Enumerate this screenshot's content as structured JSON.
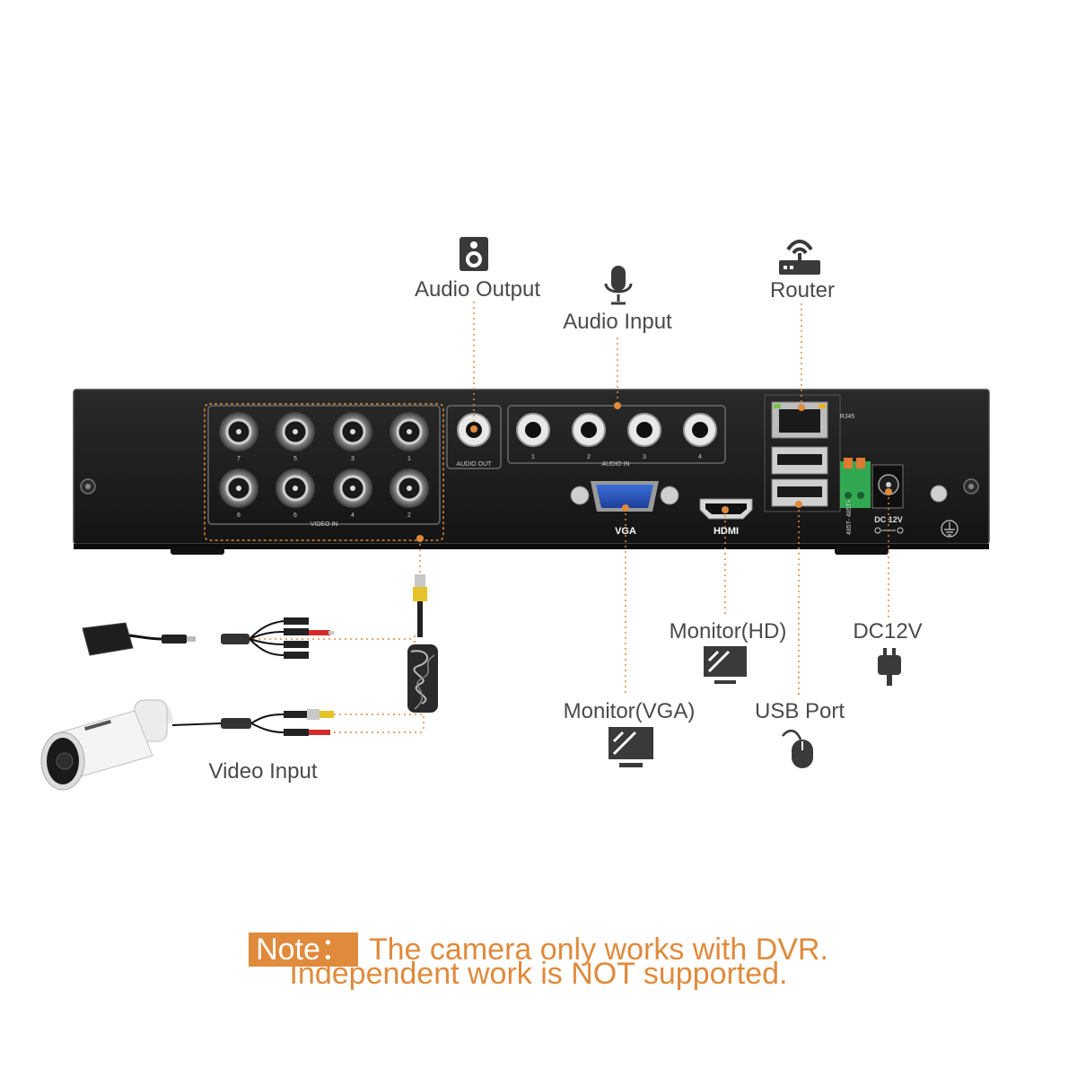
{
  "labels": {
    "audio_output": "Audio Output",
    "audio_input": "Audio Input",
    "router": "Router",
    "monitor_hd": "Monitor(HD)",
    "dc12v": "DC12V",
    "monitor_vga": "Monitor(VGA)",
    "usb_port": "USB Port",
    "video_input": "Video Input"
  },
  "panel": {
    "video_in": "VIDEO IN",
    "audio_out": "AUDIO OUT",
    "audio_in": "AUDIO IN",
    "vga": "VGA",
    "hdmi": "HDMI",
    "rj45": "RJ45",
    "dc12v": "DC 12V",
    "rs485": "485T- 485T+",
    "video_top_nums": [
      "7",
      "5",
      "3",
      "1"
    ],
    "video_bottom_nums": [
      "8",
      "6",
      "4",
      "2"
    ],
    "audio_in_nums": [
      "1",
      "2",
      "3",
      "4"
    ]
  },
  "note": {
    "badge": "Note：",
    "line1": "The camera only works with DVR.",
    "line2": "Independent work is NOT supported."
  },
  "colors": {
    "accent": "#e08a3c",
    "label_text": "#4a4a4a",
    "dvr_body": "#1c1c1c"
  },
  "icons": {
    "audio_output": "speaker-icon",
    "audio_input": "microphone-icon",
    "router": "router-icon",
    "monitor_hd": "monitor-icon",
    "monitor_vga": "monitor-icon",
    "usb_port": "mouse-icon",
    "dc12v": "power-plug-icon"
  }
}
